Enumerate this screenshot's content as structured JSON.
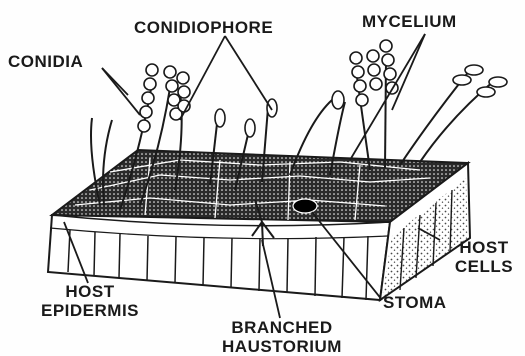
{
  "labels": {
    "conidia": "CONIDIA",
    "conidiophore": "CONIDIOPHORE",
    "mycelium": "MYCELIUM",
    "host_cells": [
      "HOST",
      "CELLS"
    ],
    "stoma": "STOMA",
    "host_epidermis": [
      "HOST",
      "EPIDERMIS"
    ],
    "branched_haustorium": [
      "BRANCHED",
      "HAUSTORIUM"
    ]
  },
  "colors": {
    "ink": "#1a1a1a",
    "paper": "#fefefe"
  }
}
